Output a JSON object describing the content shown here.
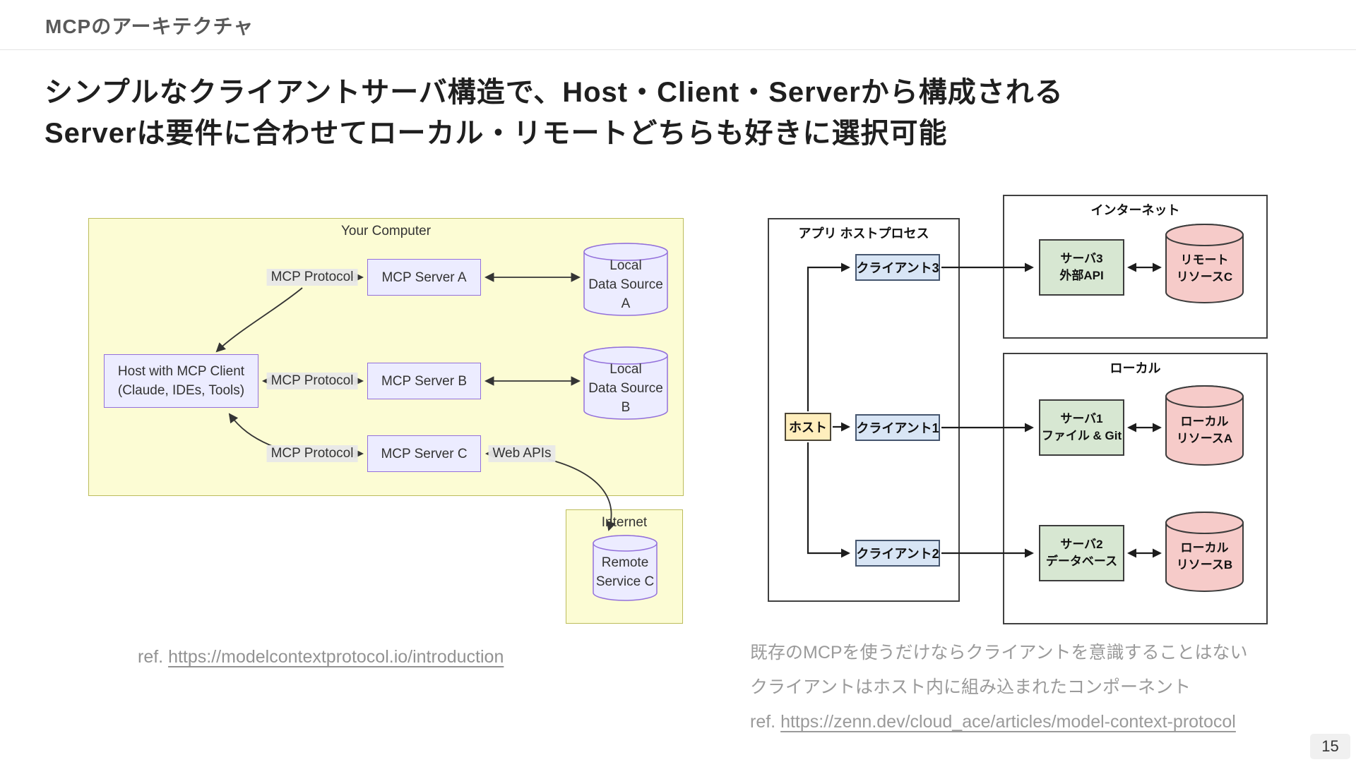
{
  "header": {
    "title": "MCPのアーキテクチャ"
  },
  "title": {
    "line1": "シンプルなクライアントサーバ構造で、Host・Client・Serverから構成される",
    "line2": "Serverは要件に合わせてローカル・リモートどちらも好きに選択可能"
  },
  "left_diagram": {
    "container_label": "Your Computer",
    "host": {
      "line1": "Host with MCP Client",
      "line2": "(Claude, IDEs, Tools)"
    },
    "server_a": "MCP Server A",
    "server_b": "MCP Server B",
    "server_c": "MCP Server C",
    "protocol_label": "MCP Protocol",
    "web_apis_label": "Web APIs",
    "data_source_a": {
      "line1": "Local",
      "line2": "Data Source A"
    },
    "data_source_b": {
      "line1": "Local",
      "line2": "Data Source B"
    },
    "internet_label": "Internet",
    "remote_service": {
      "line1": "Remote",
      "line2": "Service C"
    }
  },
  "right_diagram": {
    "app_host_label": "アプリ ホストプロセス",
    "host_label": "ホスト",
    "client1": "クライアント1",
    "client2": "クライアント2",
    "client3": "クライアント3",
    "internet_label": "インターネット",
    "local_label": "ローカル",
    "server3": {
      "line1": "サーバ3",
      "line2": "外部API"
    },
    "server1": {
      "line1": "サーバ1",
      "line2": "ファイル & Git"
    },
    "server2": {
      "line1": "サーバ2",
      "line2": "データベース"
    },
    "resource_c": {
      "line1": "リモート",
      "line2": "リソースC"
    },
    "resource_a": {
      "line1": "ローカル",
      "line2": "リソースA"
    },
    "resource_b": {
      "line1": "ローカル",
      "line2": "リソースB"
    }
  },
  "footer": {
    "left_ref_prefix": "ref.",
    "left_ref_url": "https://modelcontextprotocol.io/introduction",
    "right_note_line1": "既存のMCPを使うだけならクライアントを意識することはない",
    "right_note_line2": "クライアントはホスト内に組み込まれたコンポーネント",
    "right_ref_prefix": "ref.",
    "right_ref_url": "https://zenn.dev/cloud_ace/articles/model-context-protocol"
  },
  "page_number": "15",
  "colors": {
    "mermaid_node_fill": "#ECECFF",
    "mermaid_node_border": "#9370DB",
    "mermaid_cluster_fill": "#FCFCD4",
    "mermaid_cluster_border": "#BCBC5C",
    "edge_label_bg": "#E8E8E8",
    "drawio_blue_fill": "#D8E5F5",
    "drawio_green_fill": "#D7E7D2",
    "drawio_yellow_fill": "#FFEEBD",
    "drawio_pink_fill": "#F6CBc9",
    "left_line_color": "#343434",
    "right_line_color": "#1c1c1c"
  }
}
